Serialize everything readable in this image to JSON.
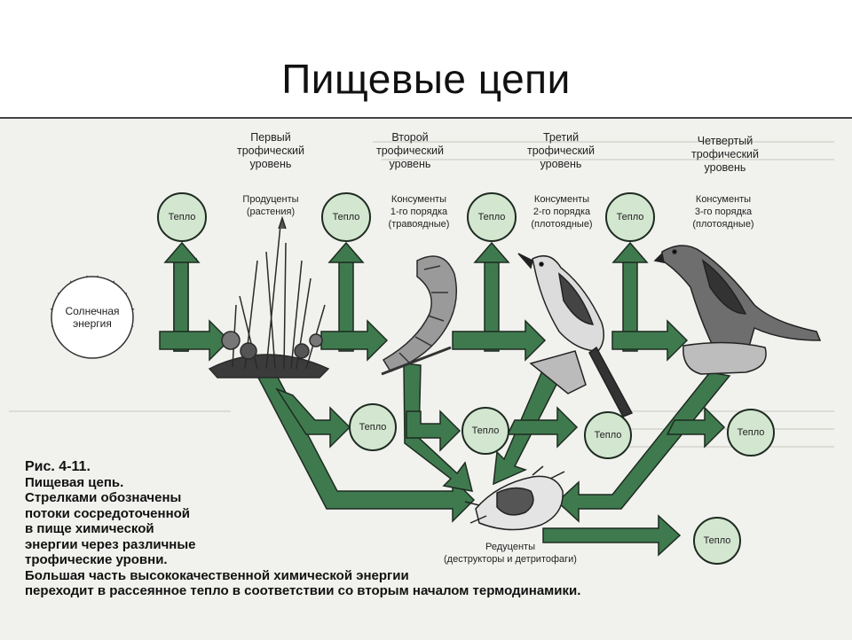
{
  "title": "Пищевые цепи",
  "sun": {
    "line1": "Солнечная",
    "line2": "энергия"
  },
  "heat_label": "Тепло",
  "levels": [
    {
      "l1": "Первый",
      "l2": "трофический",
      "l3": "уровень"
    },
    {
      "l1": "Второй",
      "l2": "трофический",
      "l3": "уровень"
    },
    {
      "l1": "Третий",
      "l2": "трофический",
      "l3": "уровень"
    },
    {
      "l1": "Четвертый",
      "l2": "трофический",
      "l3": "уровень"
    }
  ],
  "organisms": [
    {
      "l1": "Продуценты",
      "l2": "(растения)"
    },
    {
      "l1": "Консументы",
      "l2": "1-го порядка",
      "l3": "(травоядные)"
    },
    {
      "l1": "Консументы",
      "l2": "2-го порядка",
      "l3": "(плотоядные)"
    },
    {
      "l1": "Консументы",
      "l2": "3-го порядка",
      "l3": "(плотоядные)"
    }
  ],
  "decomposers": {
    "l1": "Редуценты",
    "l2": "(деструкторы и детритофаги)"
  },
  "caption": {
    "fig": "Рис. 4-11.",
    "lines": [
      "Пищевая цепь.",
      "Стрелками обозначены",
      "потоки сосредоточенной",
      "в пище химической",
      "энергии через различные",
      "трофические уровни.",
      "Большая часть высококачественной химической энергии",
      "переходит в рассеянное тепло в соответствии со вторым началом термодинамики."
    ]
  },
  "colors": {
    "arrow": "#3f7a4e",
    "heat_fill": "#d3e6d0",
    "outline": "#1d2b20"
  }
}
